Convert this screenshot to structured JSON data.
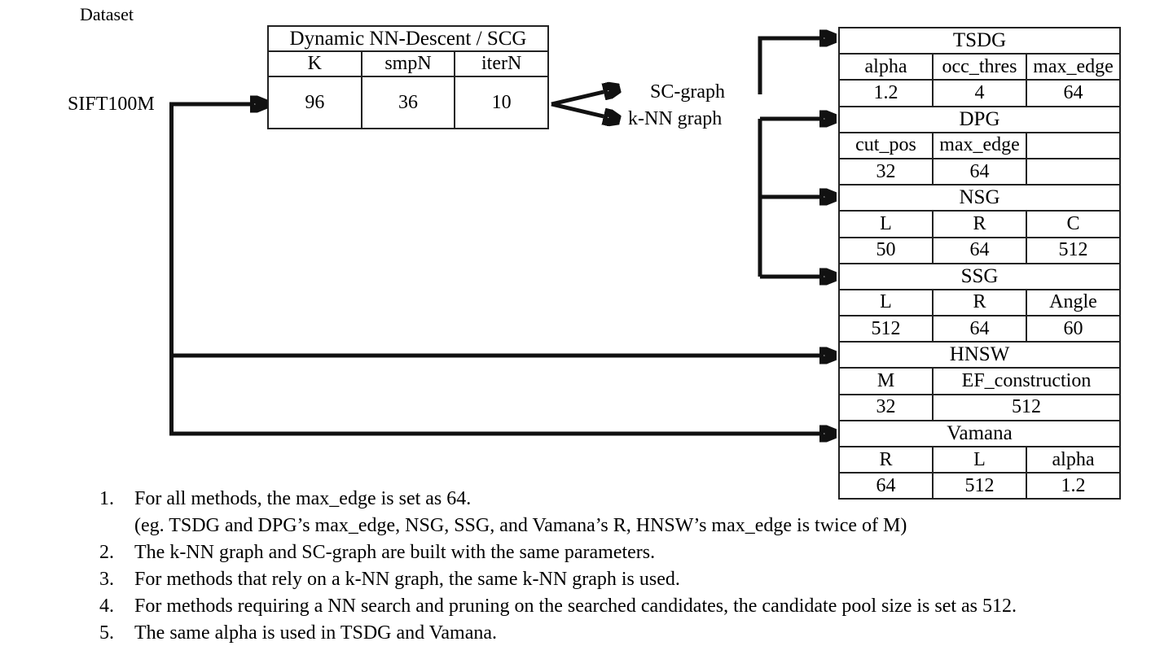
{
  "labels": {
    "dataset": "Dataset",
    "source": "SIFT100M",
    "sc_graph": "SC-graph",
    "knn_graph": "k-NN graph"
  },
  "build_table": {
    "title": "Dynamic NN-Descent / SCG",
    "headers": [
      "K",
      "smpN",
      "iterN"
    ],
    "values": [
      "96",
      "36",
      "10"
    ]
  },
  "method_tables": [
    {
      "title": "TSDG",
      "headers": [
        "alpha",
        "occ_thres",
        "max_edge"
      ],
      "values": [
        "1.2",
        "4",
        "64"
      ]
    },
    {
      "title": "DPG",
      "headers": [
        "cut_pos",
        "max_edge",
        ""
      ],
      "values": [
        "32",
        "64",
        ""
      ]
    },
    {
      "title": "NSG",
      "headers": [
        "L",
        "R",
        "C"
      ],
      "values": [
        "50",
        "64",
        "512"
      ]
    },
    {
      "title": "SSG",
      "headers": [
        "L",
        "R",
        "Angle"
      ],
      "values": [
        "512",
        "64",
        "60"
      ]
    },
    {
      "title": "HNSW",
      "headers": [
        "M",
        "EF_construction"
      ],
      "values": [
        "32",
        "512"
      ]
    },
    {
      "title": "Vamana",
      "headers": [
        "R",
        "L",
        "alpha"
      ],
      "values": [
        "64",
        "512",
        "1.2"
      ]
    }
  ],
  "notes": [
    {
      "num": "1.",
      "text": "For all methods, the max_edge is set as 64."
    },
    {
      "num": "",
      "text": "(eg. TSDG and DPG’s max_edge, NSG, SSG, and Vamana’s R, HNSW’s max_edge is twice of M)"
    },
    {
      "num": "2.",
      "text": "The k-NN graph and SC-graph are built with the same parameters."
    },
    {
      "num": "3.",
      "text": "For methods that rely on a k-NN graph, the same k-NN graph is used."
    },
    {
      "num": "4.",
      "text": "For methods requiring a NN search and pruning on the searched candidates, the candidate pool size is set as 512."
    },
    {
      "num": "5.",
      "text": "The same alpha is used in TSDG and Vamana."
    }
  ],
  "colors": {
    "line": "#111111",
    "border": "#222222",
    "background": "#ffffff",
    "text": "#000000"
  }
}
